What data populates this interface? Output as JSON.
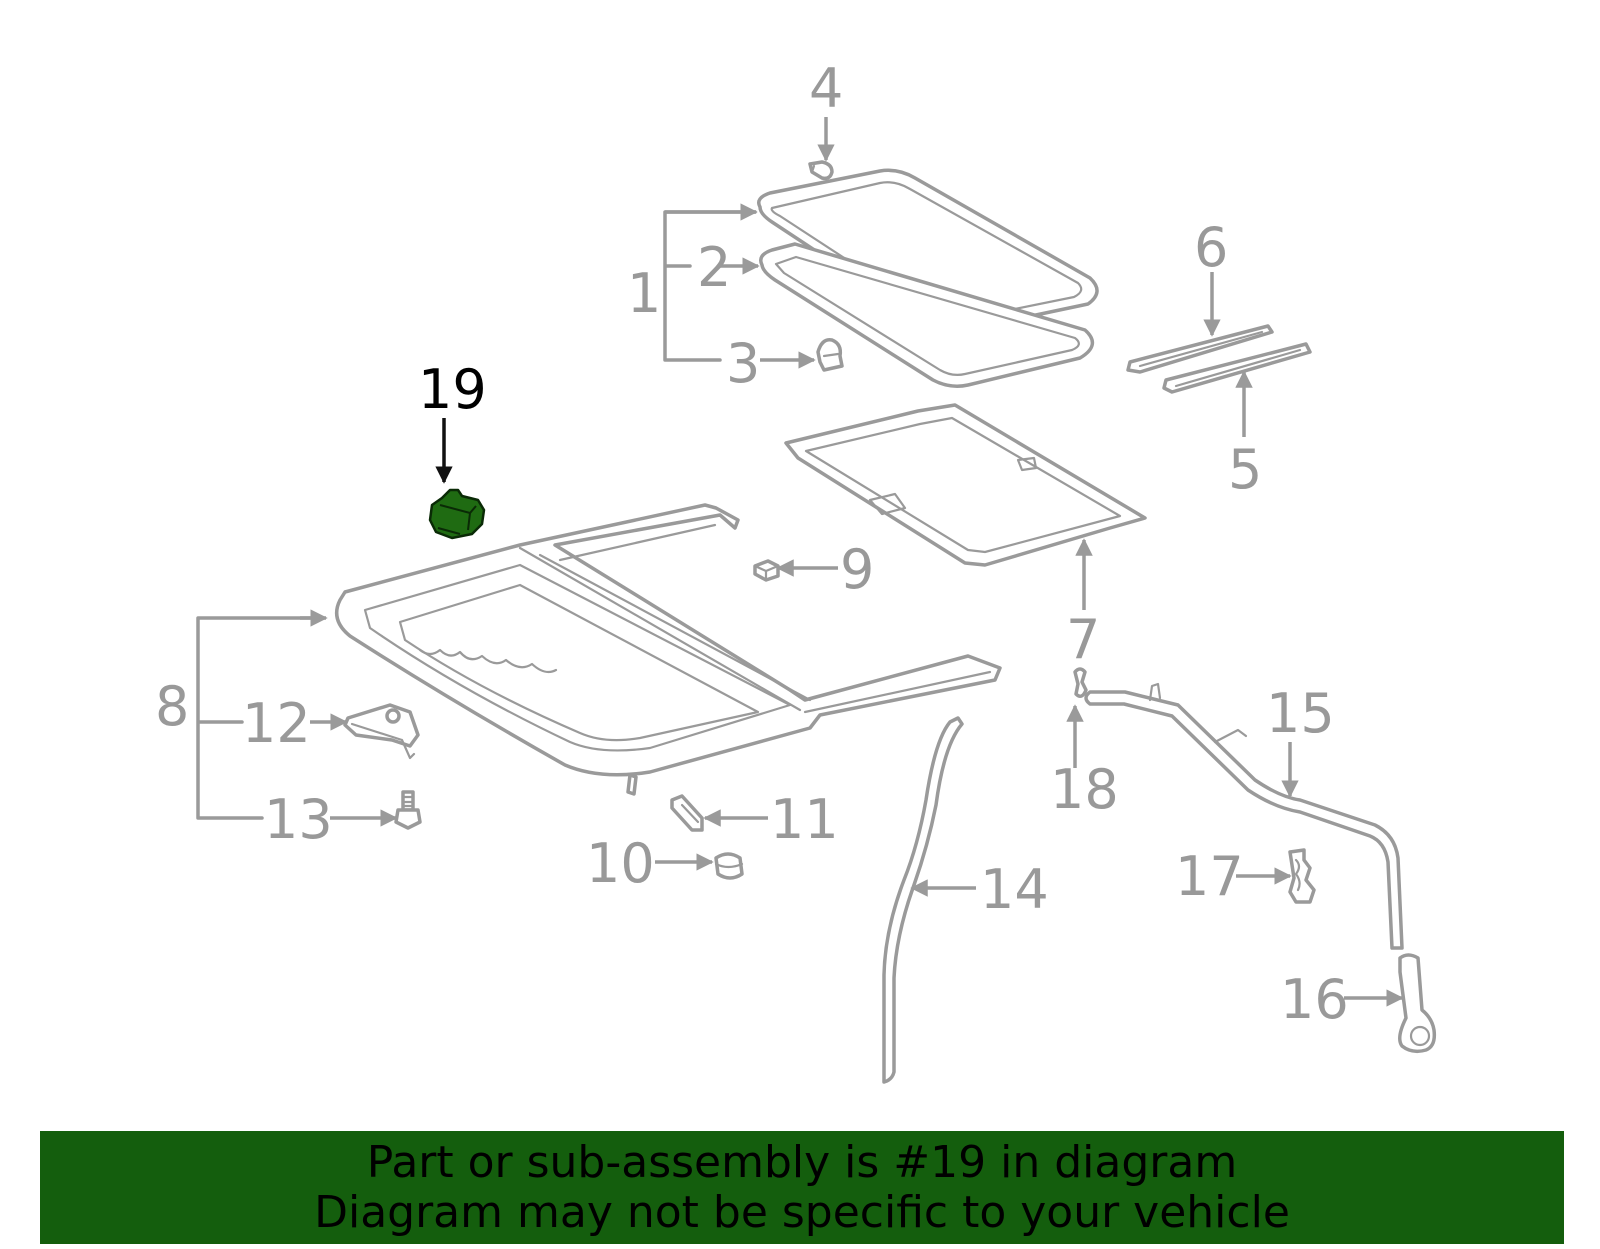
{
  "callouts": [
    {
      "id": "1",
      "label": "1"
    },
    {
      "id": "2",
      "label": "2"
    },
    {
      "id": "3",
      "label": "3"
    },
    {
      "id": "4",
      "label": "4"
    },
    {
      "id": "5",
      "label": "5"
    },
    {
      "id": "6",
      "label": "6"
    },
    {
      "id": "7",
      "label": "7"
    },
    {
      "id": "8",
      "label": "8"
    },
    {
      "id": "9",
      "label": "9"
    },
    {
      "id": "10",
      "label": "10"
    },
    {
      "id": "11",
      "label": "11"
    },
    {
      "id": "12",
      "label": "12"
    },
    {
      "id": "13",
      "label": "13"
    },
    {
      "id": "14",
      "label": "14"
    },
    {
      "id": "15",
      "label": "15"
    },
    {
      "id": "16",
      "label": "16"
    },
    {
      "id": "17",
      "label": "17"
    },
    {
      "id": "18",
      "label": "18"
    },
    {
      "id": "19",
      "label": "19"
    }
  ],
  "highlighted_part": "19",
  "colors": {
    "highlight_part": "#1f6b12",
    "banner_background": "#145e0d",
    "line_art": "#9a9a9a",
    "callout_text": "#999999",
    "highlight_text": "#000000"
  },
  "banner": {
    "line1": "Part or sub-assembly is #19 in diagram",
    "line2": "Diagram may not be specific to your vehicle"
  }
}
